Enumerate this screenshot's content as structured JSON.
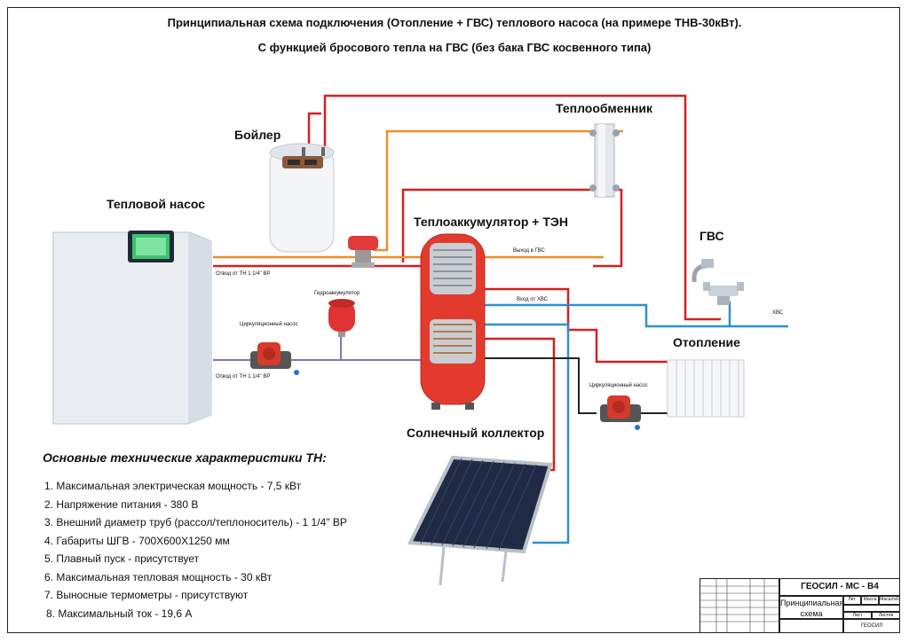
{
  "title": {
    "line1": "Принципиальная схема подключения (Отопление + ГВС) теплового насоса (на примере ТНВ-30кВт).",
    "line2": "С функцией бросового тепла на ГВС (без бака ГВС косвенного типа)"
  },
  "labels": {
    "boiler": "Бойлер",
    "heat_exchanger": "Теплообменник",
    "heat_pump": "Тепловой насос",
    "accumulator": "Теплоаккумулятор + ТЭН",
    "hot_water": "ГВС",
    "heating": "Отопление",
    "solar": "Солнечный коллектор",
    "hydroaccumulator": "Гидроаккумулятор",
    "circ_pump_1": "Циркуляционный насос",
    "circ_pump_2": "Циркуляционный насос",
    "outlet_hp": "Отвод от ТН 1 1/4\" ВР",
    "inlet_hp": "Отвод от ТН 1 1/4\" ВР",
    "outlet_gvs": "Выход в ГВС",
    "inlet_hvs": "Вход от ХВС",
    "hvs": "ХВС"
  },
  "specs": {
    "title": "Основные технические характеристики ТН:",
    "items": [
      "1. Максимальная электрическая мощность - 7,5 кВт",
      "2. Напряжение питания - 380 В",
      "3. Внешний диаметр труб (рассол/теплоноситель) - 1 1/4\" ВР",
      "4. Габариты ШГВ - 700Х600Х1250 мм",
      "5. Плавный пуск - присутствует",
      "6. Максимальная тепловая мощность - 30 кВт",
      "7. Выносные термометры - присутствуют",
      "8. Максимальный ток - 19,6 А"
    ]
  },
  "stamp": {
    "code": "ГЕОСИЛ - МС - В4",
    "name": "Принципиальная схема",
    "col1": "Лит.",
    "col2": "Масса",
    "col3": "Масштаб",
    "sheet": "Лист",
    "sheets": "Листов",
    "company": "ГЕОСИЛ"
  },
  "colors": {
    "hot": "#d42020",
    "warm": "#e8902a",
    "cold": "#2f8fd0",
    "dark": "#222222"
  }
}
